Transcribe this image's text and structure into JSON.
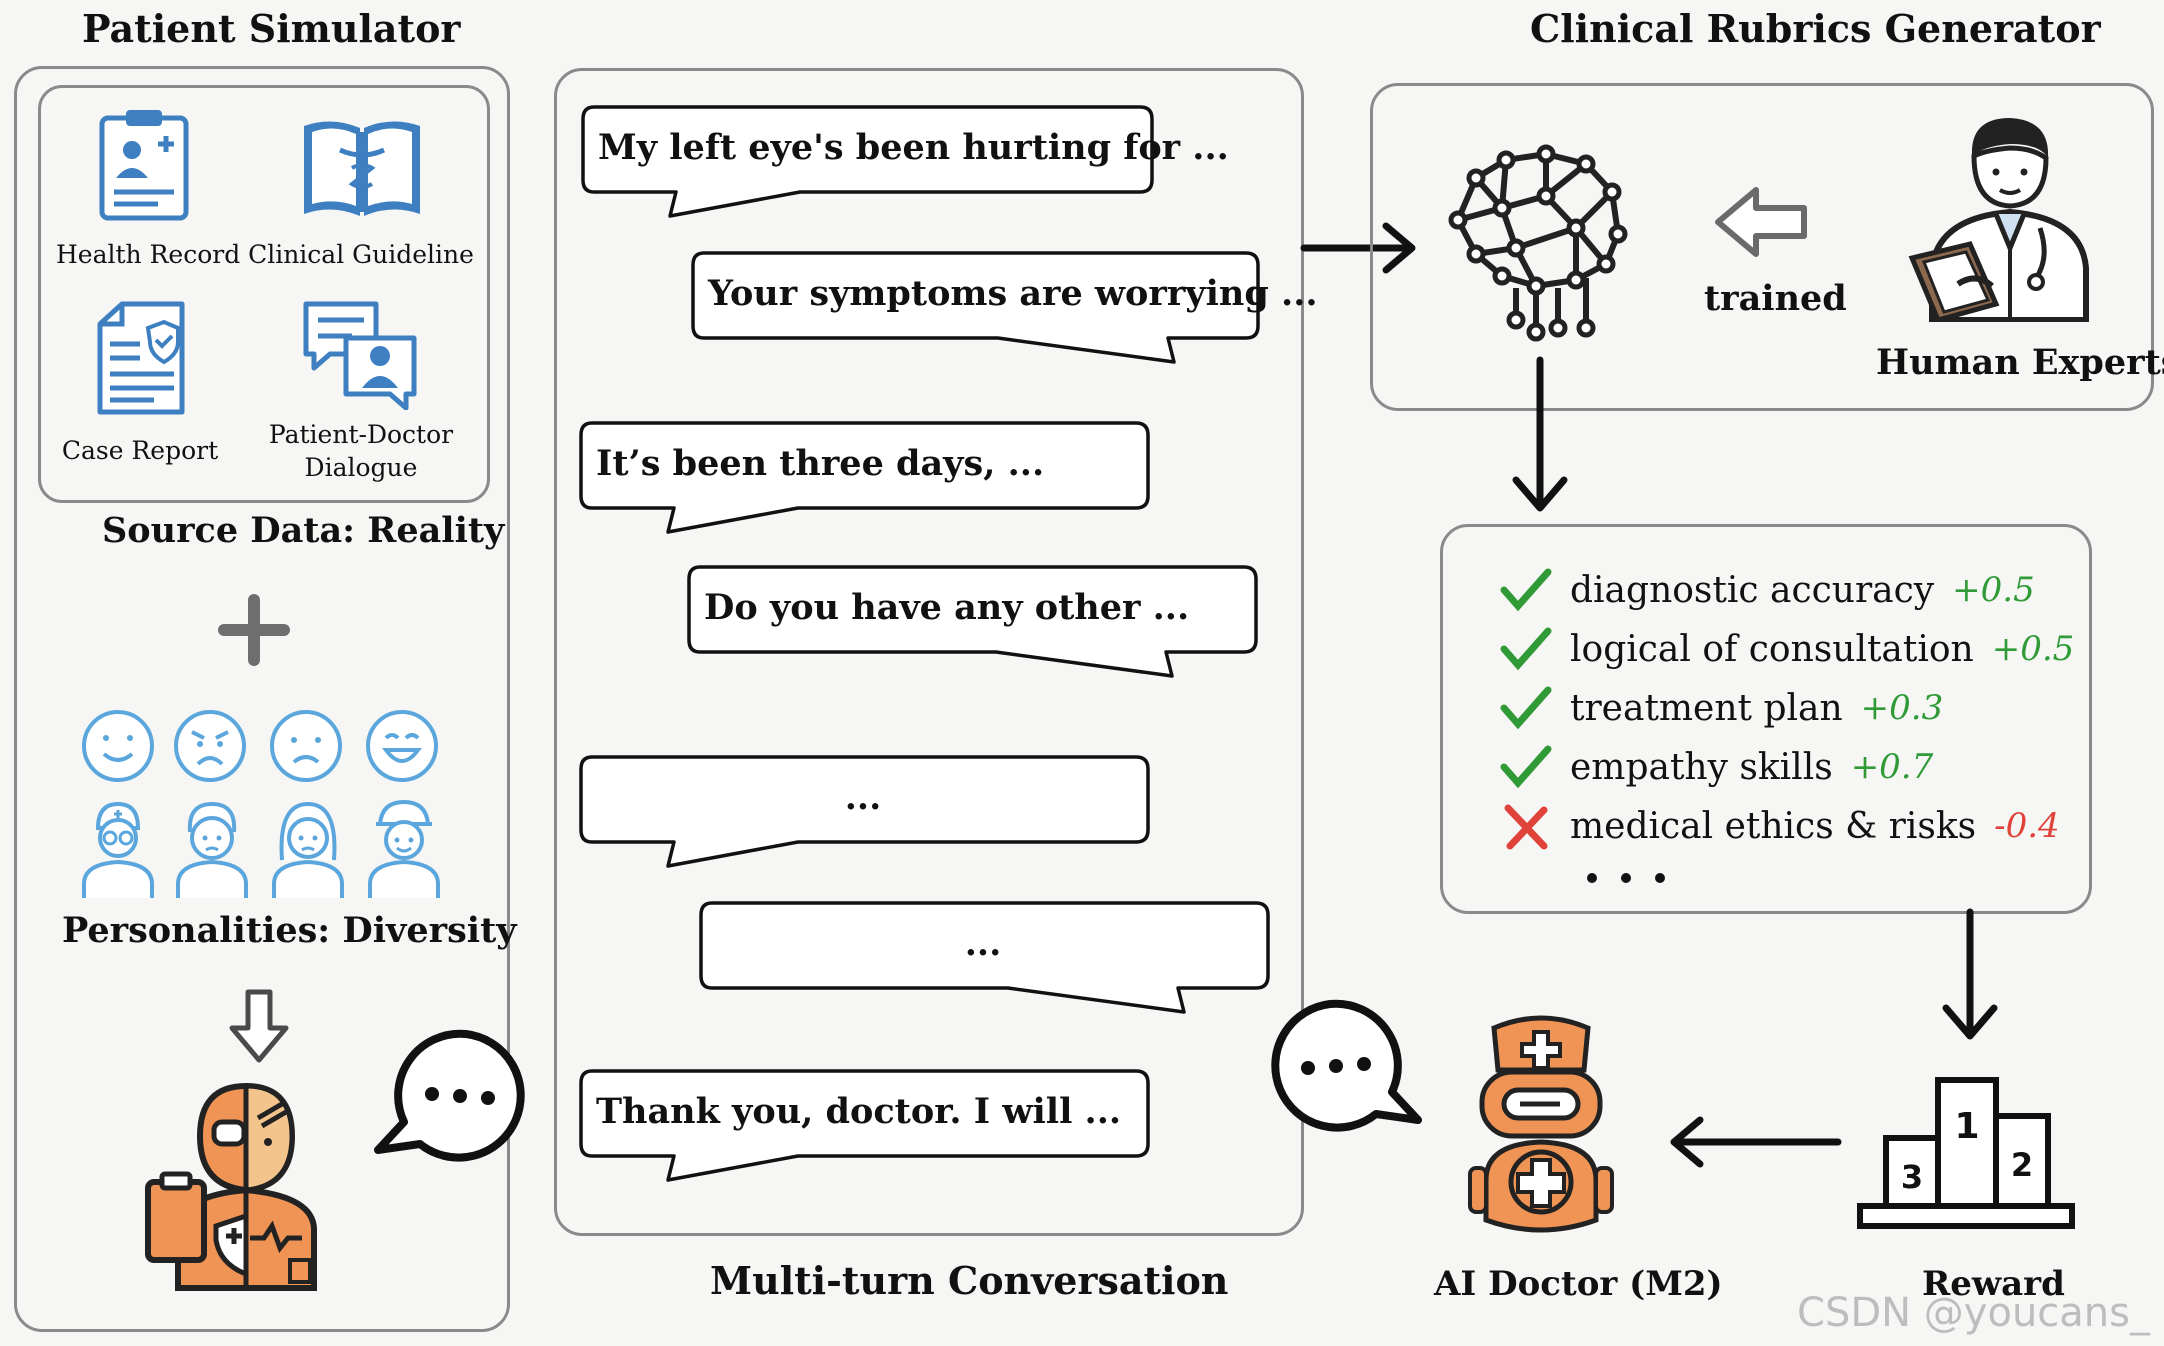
{
  "patient_simulator": {
    "title": "Patient  Simulator",
    "sources": [
      {
        "label": "Health Record",
        "icon": "health-record-icon"
      },
      {
        "label": "Clinical Guideline",
        "icon": "clinical-guideline-icon"
      },
      {
        "label": "Case Report",
        "icon": "case-report-icon"
      },
      {
        "label": "Patient-Doctor\nDialogue",
        "icon": "patient-doctor-dialogue-icon"
      }
    ],
    "source_caption": "Source Data: Reality",
    "personalities_caption": "Personalities:  Diversity"
  },
  "conversation": {
    "title": "Multi-turn Conversation",
    "messages": [
      "My left eye's been hurting for ...",
      "Your symptoms are worrying ...",
      "It’s been three days, ...",
      "Do you have any other ...",
      "...",
      "...",
      "Thank you, doctor. I will ..."
    ]
  },
  "rubrics_generator": {
    "title": "Clinical Rubrics Generator",
    "trained_label": "trained",
    "experts_label": "Human Experts"
  },
  "rubrics": [
    {
      "label": "diagnostic accuracy",
      "score": "+0.5",
      "status": "pass"
    },
    {
      "label": "logical of  consultation",
      "score": "+0.5",
      "status": "pass"
    },
    {
      "label": "treatment plan",
      "score": "+0.3",
      "status": "pass"
    },
    {
      "label": "empathy skills",
      "score": "+0.7",
      "status": "pass"
    },
    {
      "label": "medical ethics & risks",
      "score": "-0.4",
      "status": "fail"
    }
  ],
  "ai_doctor_label": "AI Doctor (M2)",
  "reward_label": "Reward",
  "watermark": "CSDN @youcans_",
  "colors": {
    "icon_blue": "#3d7fc1",
    "face_blue": "#5ba6dc",
    "orange": "#ef9455",
    "pass_green": "#2f9a36",
    "fail_red": "#e0433a",
    "panel_border": "#8a8a8a"
  }
}
